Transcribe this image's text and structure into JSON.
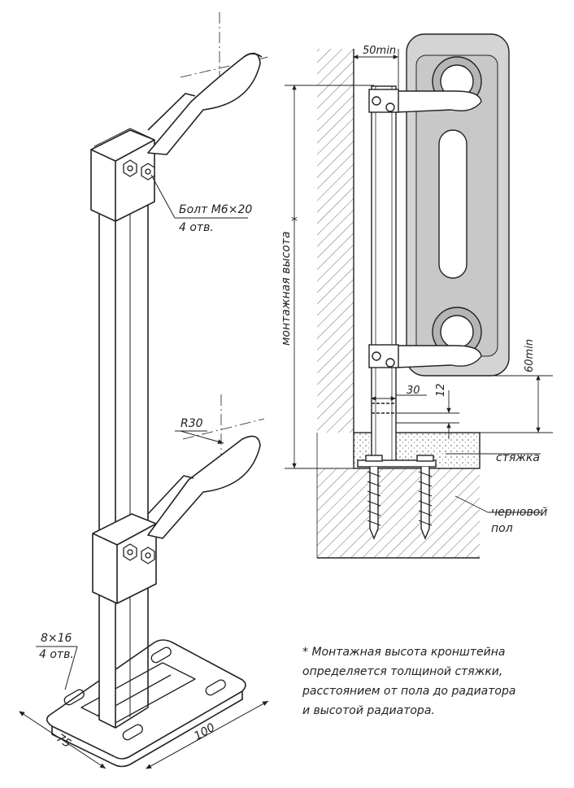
{
  "labels": {
    "bolt": "Болт М6×20",
    "bolt_holes": "4 отв.",
    "radius": "R30",
    "slot": "8×16",
    "slot_holes": "4 отв.",
    "dim_width": "75",
    "dim_length": "100",
    "dim_50min": "50min",
    "dim_60min": "60min",
    "dim_30": "30",
    "dim_12": "12",
    "mount_height": "монтажная высота",
    "mount_height_mark": "*",
    "screed": "стяжка",
    "subfloor_line1": "черновой",
    "subfloor_line2": "пол"
  },
  "note": {
    "line1": "* Монтажная высота кронштейна",
    "line2": "определяется толщиной стяжки,",
    "line3": "расстоянием от пола до радиатора",
    "line4": "и высотой радиатора."
  },
  "colors": {
    "line": "#222222",
    "radiator": "#d4d4d4",
    "radiator_dark": "#b5b5b5",
    "hatch": "#6a6a6a"
  }
}
